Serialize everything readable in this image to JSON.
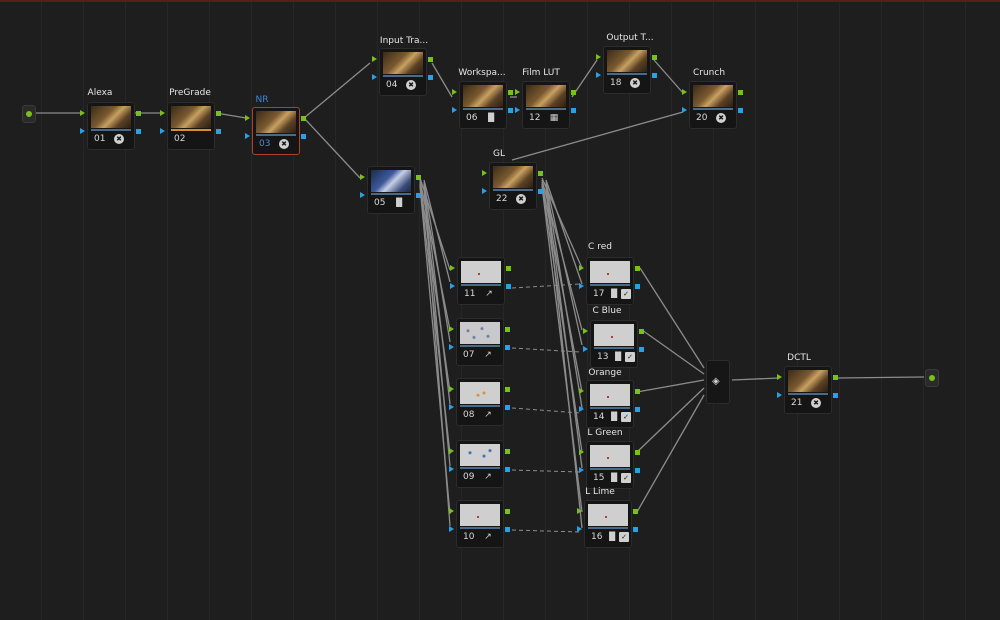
{
  "window": {
    "title": ""
  },
  "nodes": [
    {
      "id": "alexa",
      "label": "Alexa",
      "num": "01",
      "icon": "fx-circle-icon"
    },
    {
      "id": "pregrade",
      "label": "PreGrade",
      "num": "02",
      "icon": ""
    },
    {
      "id": "nr",
      "label": "NR",
      "num": "03",
      "icon": "fx-circle-icon",
      "selected": true
    },
    {
      "id": "input",
      "label": "Input Tra...",
      "num": "04",
      "icon": "fx-circle-icon"
    },
    {
      "id": "n05",
      "label": "",
      "num": "05",
      "icon": "histogram-icon"
    },
    {
      "id": "work",
      "label": "Workspa...",
      "num": "06",
      "icon": "histogram-icon"
    },
    {
      "id": "filmlut",
      "label": "Film LUT",
      "num": "12",
      "icon": "grid-icon"
    },
    {
      "id": "output",
      "label": "Output T...",
      "num": "18",
      "icon": "fx-circle-icon"
    },
    {
      "id": "crunch",
      "label": "Crunch",
      "num": "20",
      "icon": "fx-circle-icon"
    },
    {
      "id": "gl",
      "label": "GL",
      "num": "22",
      "icon": "fx-circle-icon"
    },
    {
      "id": "n11",
      "label": "",
      "num": "11",
      "icon": "qualifier-picker-icon"
    },
    {
      "id": "n07",
      "label": "",
      "num": "07",
      "icon": "qualifier-picker-icon"
    },
    {
      "id": "n08",
      "label": "",
      "num": "08",
      "icon": "qualifier-picker-icon"
    },
    {
      "id": "n09",
      "label": "",
      "num": "09",
      "icon": "qualifier-picker-icon"
    },
    {
      "id": "n10",
      "label": "",
      "num": "10",
      "icon": "qualifier-picker-icon"
    },
    {
      "id": "cred",
      "label": "C red",
      "num": "17",
      "icon": "histogram-check-icon"
    },
    {
      "id": "cblue",
      "label": "C Blue",
      "num": "13",
      "icon": "histogram-check-icon"
    },
    {
      "id": "orange",
      "label": "Orange",
      "num": "14",
      "icon": "histogram-check-icon"
    },
    {
      "id": "lgreen",
      "label": "L Green",
      "num": "15",
      "icon": "histogram-check-icon"
    },
    {
      "id": "llime",
      "label": "L Lime",
      "num": "16",
      "icon": "histogram-check-icon"
    },
    {
      "id": "dctl",
      "label": "DCTL",
      "num": "21",
      "icon": "fx-circle-icon"
    }
  ],
  "layer_mixer": {
    "icon": "layers-icon"
  },
  "colors": {
    "background": "#1e1e1f",
    "rgb_port": "#76c11a",
    "key_port": "#2aa0e6",
    "selected_node_border": "#b0402c",
    "selected_label": "#3d86d6"
  }
}
